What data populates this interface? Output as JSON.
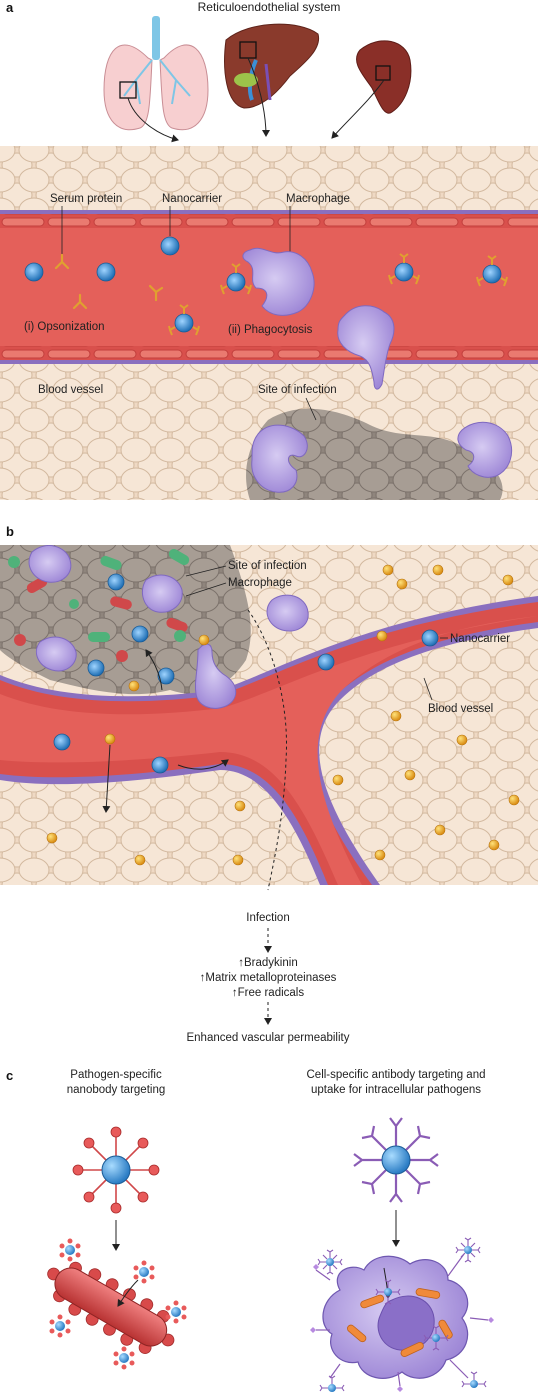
{
  "panel_a": {
    "letter": "a",
    "title": "Reticuloendothelial system",
    "labels": {
      "serum_protein": "Serum protein",
      "nanocarrier": "Nanocarrier",
      "macrophage": "Macrophage",
      "opsonization": "(i) Opsonization",
      "phagocytosis": "(ii) Phagocytosis",
      "blood_vessel": "Blood vessel",
      "site_of_infection": "Site of infection"
    }
  },
  "panel_b": {
    "letter": "b",
    "labels": {
      "site_of_infection": "Site of infection",
      "macrophage": "Macrophage",
      "nanocarrier": "Nanocarrier",
      "blood_vessel": "Blood vessel"
    },
    "flow": {
      "infection": "Infection",
      "bradykinin": "↑Bradykinin",
      "mmp": "↑Matrix metalloproteinases",
      "free_radicals": "↑Free radicals",
      "outcome": "Enhanced vascular permeability"
    }
  },
  "panel_c": {
    "letter": "c",
    "left_title_1": "Pathogen-specific",
    "left_title_2": "nanobody targeting",
    "right_title_1": "Cell-specific antibody targeting and",
    "right_title_2": "uptake for intracellular pathogens"
  },
  "colors": {
    "tissue": "#efd9c4",
    "vessel": "#e15a55",
    "vessel_wall": "#8a6fbf",
    "macrophage": "#b9a6e0",
    "nanocarrier": "#3a8fd0",
    "serum_protein": "#e0a030",
    "infected_tissue": "#9a9088",
    "bacteria_red": "#d0484a",
    "bacteria_green": "#4fb27a",
    "free_particle": "#f0b030"
  }
}
